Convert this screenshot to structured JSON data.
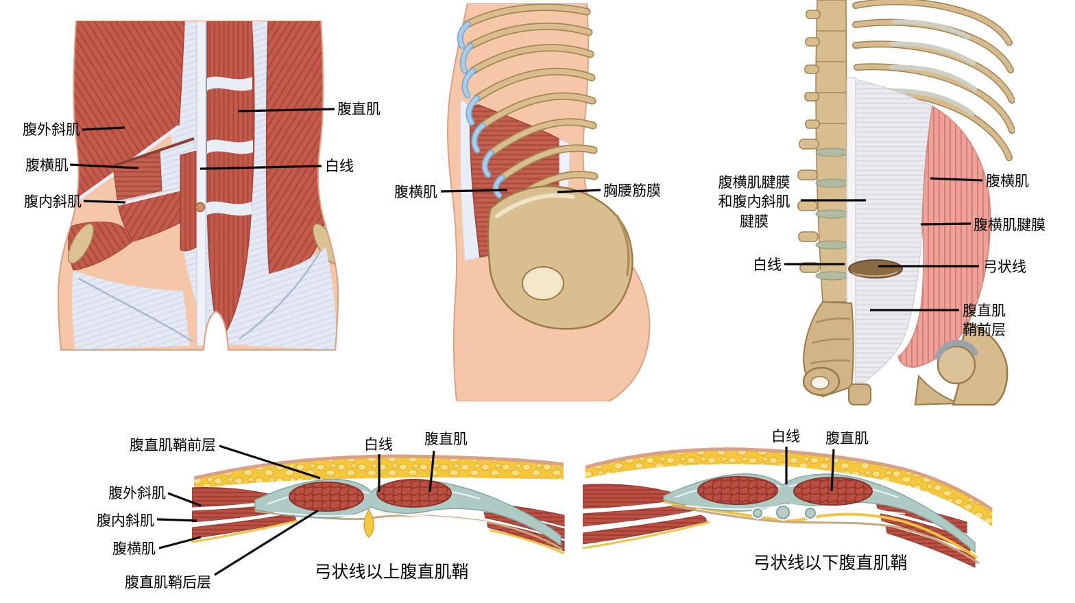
{
  "figures": {
    "anterior_view": {
      "labels": {
        "external_oblique": "腹外斜肌",
        "transversus": "腹横肌",
        "internal_oblique": "腹内斜肌",
        "rectus": "腹直肌",
        "linea_alba": "白线"
      }
    },
    "lateral_view": {
      "labels": {
        "transversus": "腹横肌",
        "thoracolumbar_fascia": "胸腰筋膜"
      }
    },
    "posterior_view": {
      "labels": {
        "aponeurosis_combo": "腹横肌腱膜\n和腹内斜肌\n腱膜",
        "linea_alba": "白线",
        "transversus": "腹横肌",
        "transversus_aponeurosis": "腹横肌腱膜",
        "arcuate_line": "弓状线",
        "anterior_rectus_sheath": "腹直肌\n鞘前层"
      }
    },
    "cs_above": {
      "labels": {
        "anterior_sheath": "腹直肌鞘前层",
        "linea_alba": "白线",
        "rectus": "腹直肌",
        "external_oblique": "腹外斜肌",
        "internal_oblique": "腹内斜肌",
        "transversus": "腹横肌",
        "posterior_sheath": "腹直肌鞘后层"
      },
      "caption": "弓状线以上腹直肌鞘"
    },
    "cs_below": {
      "labels": {
        "linea_alba": "白线",
        "rectus": "腹直肌"
      },
      "caption": "弓状线以下腹直肌鞘"
    }
  },
  "colors": {
    "muscle_red": "#c25b4b",
    "muscle_dark_red": "#bb4f42",
    "muscle_pink": "#eda39a",
    "fat_yellow": "#f5c83c",
    "sheath_blue": "#aecac4",
    "aponeurosis_white": "#e4e9f3",
    "bone_tan": "#d8bd8f",
    "cartilage_blue": "#a9cde9",
    "skin": "#f5c7a8",
    "label_text": "#000000"
  }
}
